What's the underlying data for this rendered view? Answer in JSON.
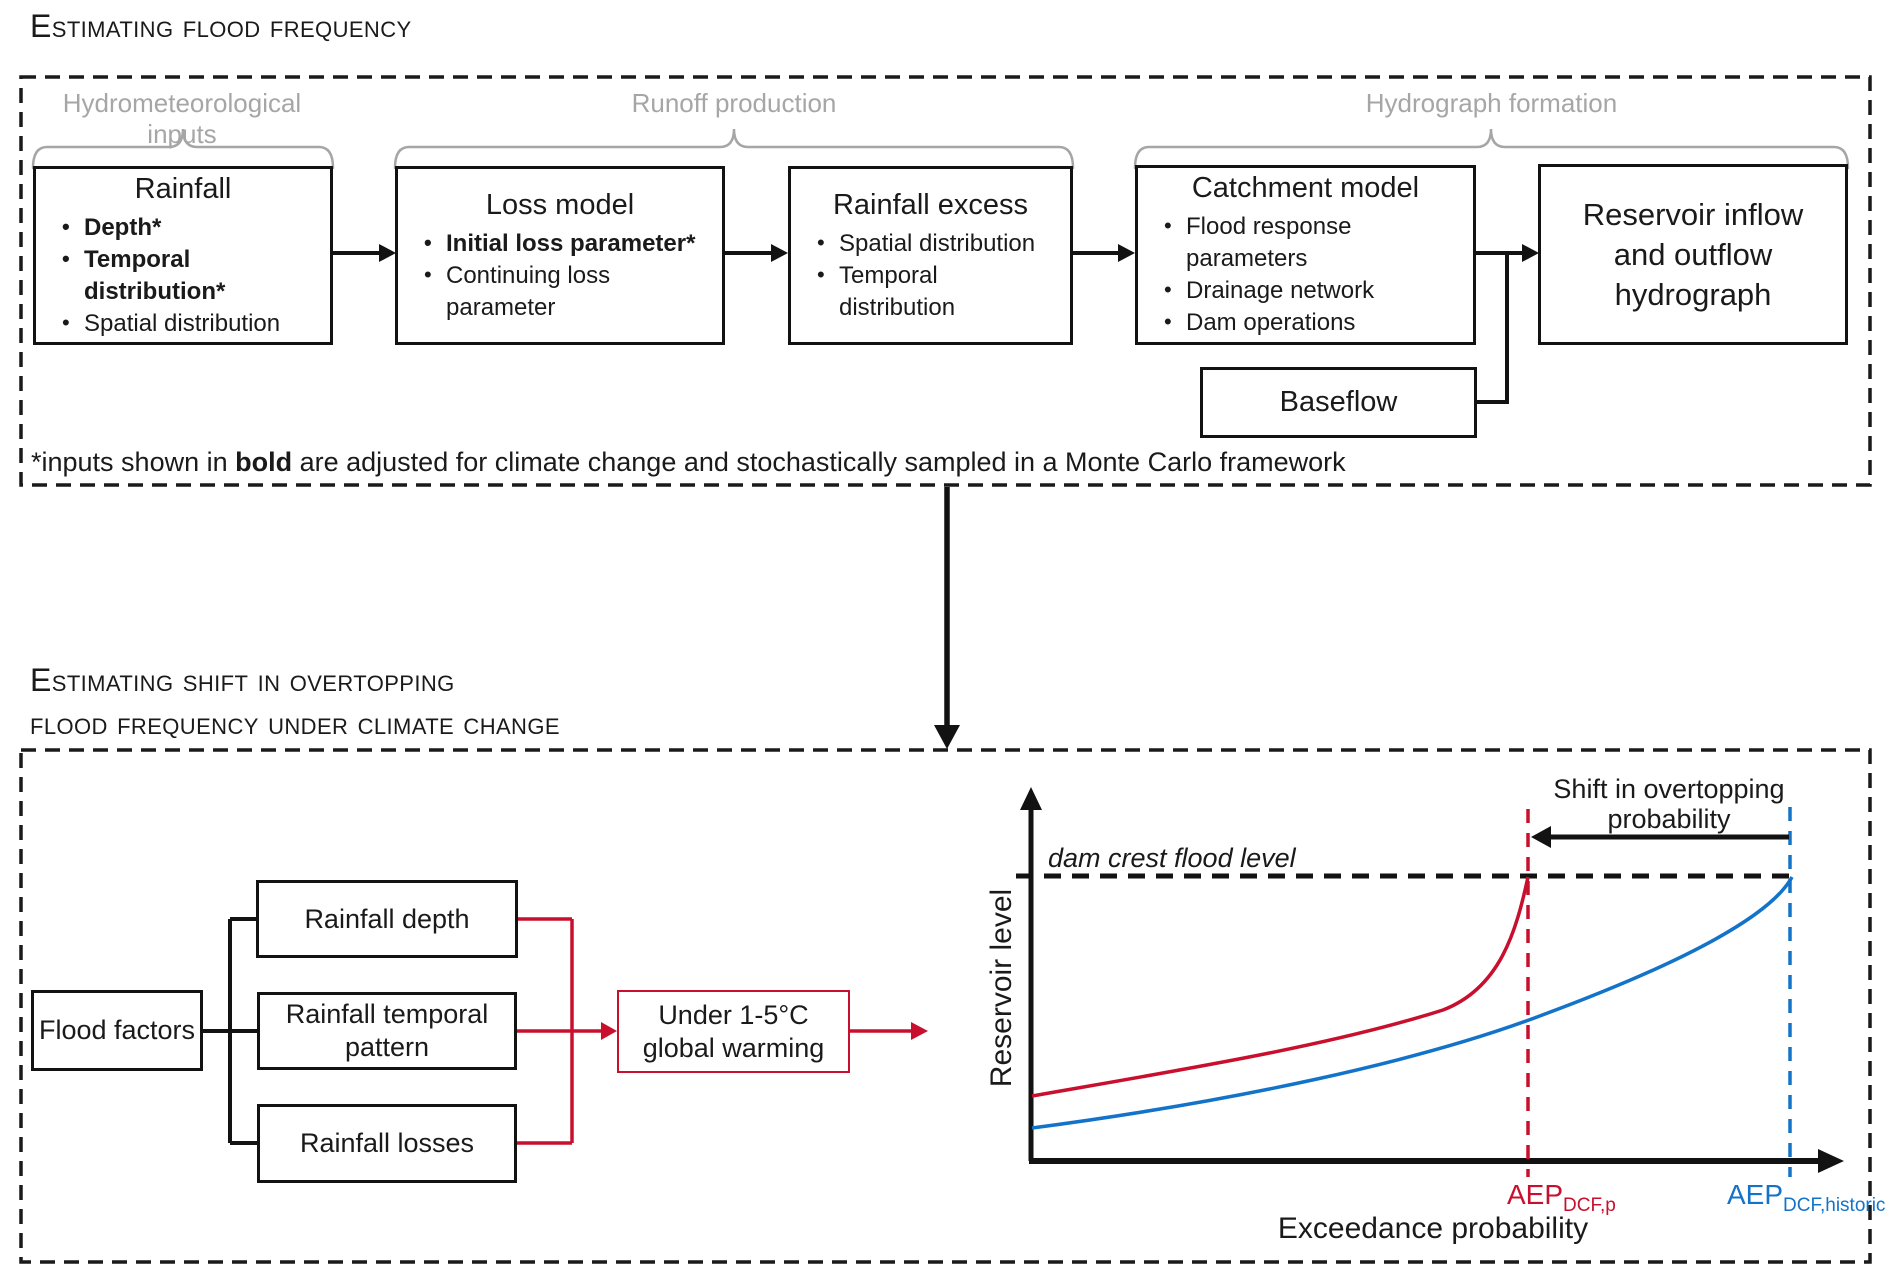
{
  "colors": {
    "accent_red": "#C8102E",
    "accent_blue": "#1373C9",
    "muted_gray": "#A6A6A6",
    "ink": "#1a1a1a"
  },
  "section1": {
    "title": "Estimating flood frequency",
    "group_labels": {
      "inputs": "Hydrometeorological inputs",
      "runoff": "Runoff production",
      "hydrograph": "Hydrograph formation"
    },
    "rainfall": {
      "title": "Rainfall",
      "bullets": [
        {
          "text": "Depth*",
          "bold": true
        },
        {
          "text": "Temporal distribution*",
          "bold": true
        },
        {
          "text": "Spatial distribution",
          "bold": false
        }
      ]
    },
    "loss_model": {
      "title": "Loss model",
      "bullets": [
        {
          "text": "Initial loss parameter*",
          "bold": true
        },
        {
          "text": "Continuing loss parameter",
          "bold": false
        }
      ]
    },
    "rainfall_excess": {
      "title": "Rainfall excess",
      "bullets": [
        {
          "text": "Spatial distribution",
          "bold": false
        },
        {
          "text": "Temporal distribution",
          "bold": false
        }
      ]
    },
    "catchment_model": {
      "title": "Catchment model",
      "bullets": [
        {
          "text": "Flood response parameters",
          "bold": false
        },
        {
          "text": "Drainage network",
          "bold": false
        },
        {
          "text": "Dam operations",
          "bold": false
        }
      ]
    },
    "reservoir": {
      "line1": "Reservoir inflow",
      "line2": "and outflow",
      "line3": "hydrograph"
    },
    "baseflow": "Baseflow",
    "footnote": {
      "pre": "*inputs shown in ",
      "bold": "bold",
      "post": " are adjusted for climate change and stochastically sampled in a Monte Carlo framework"
    }
  },
  "section2": {
    "title_line1": "Estimating shift in overtopping",
    "title_line2": "flood frequency under climate change",
    "flood_factors": "Flood factors",
    "factor_depth": "Rainfall depth",
    "factor_temporal_line1": "Rainfall temporal",
    "factor_temporal_line2": "pattern",
    "factor_losses": "Rainfall losses",
    "warming_box": {
      "line1": "Under 1-5°C",
      "line2": "global warming"
    },
    "chart": {
      "type": "line-schematic",
      "ylabel": "Reservoir level",
      "xlabel": "Exceedance probability",
      "dam_crest_label": "dam crest flood level",
      "shift_annotation_line1": "Shift in overtopping",
      "shift_annotation_line2": "probability",
      "aep_projected_main": "AEP",
      "aep_projected_sub": "DCF,p",
      "aep_historic_main": "AEP",
      "aep_historic_sub": "DCF,historic"
    }
  }
}
